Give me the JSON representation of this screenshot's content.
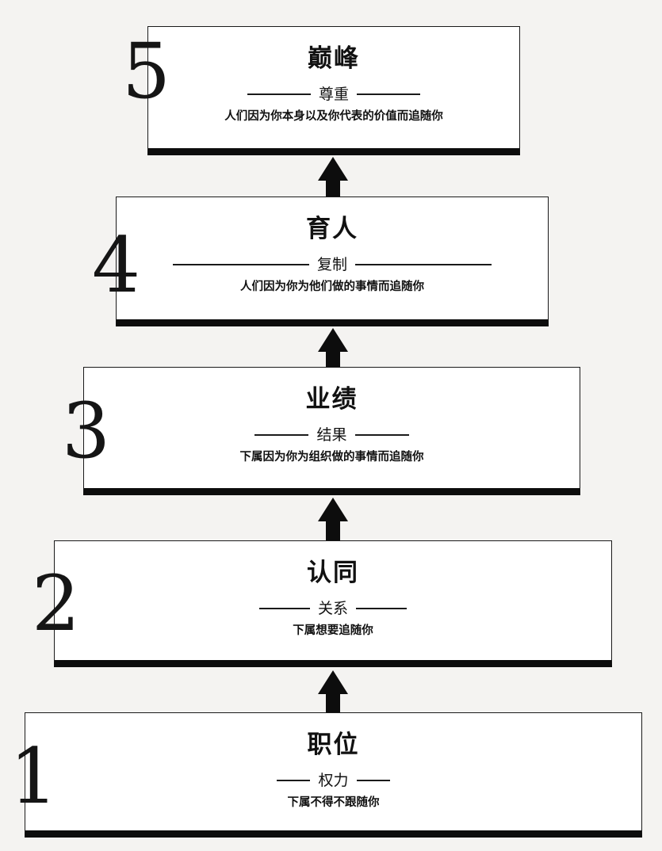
{
  "levels": [
    {
      "number": "5",
      "title": "巅峰",
      "subtitle": "尊重",
      "description": "人们因为你本身以及你代表的价值而追随你"
    },
    {
      "number": "4",
      "title": "育人",
      "subtitle": "复制",
      "description": "人们因为你为他们做的事情而追随你"
    },
    {
      "number": "3",
      "title": "业绩",
      "subtitle": "结果",
      "description": "下属因为你为组织做的事情而追随你"
    },
    {
      "number": "2",
      "title": "认同",
      "subtitle": "关系",
      "description": "下属想要追随你"
    },
    {
      "number": "1",
      "title": "职位",
      "subtitle": "权力",
      "description": "下属不得不跟随你"
    }
  ]
}
